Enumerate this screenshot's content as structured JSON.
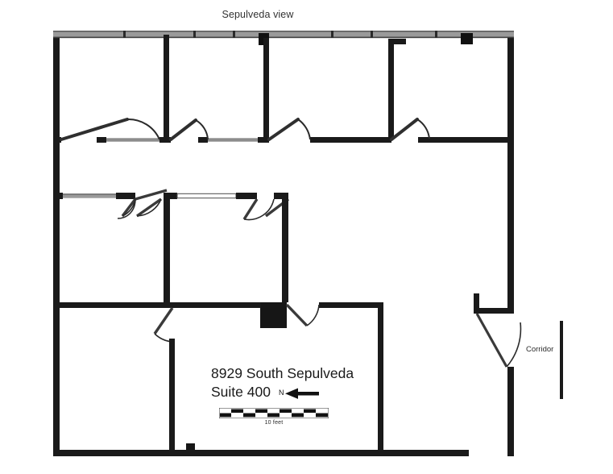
{
  "plan": {
    "view_label": "Sepulveda view",
    "address_line1": "8929 South Sepulveda",
    "address_line2": "Suite 400",
    "north_letter": "N",
    "corridor_label": "Corridor",
    "scale_caption": "10 feet",
    "colors": {
      "wall": "#1a1a1a",
      "window_glass": "#9a9a9a",
      "window_frame": "#4a4a4a",
      "partition_glass": "#8c8c8c",
      "door_leaf": "#3c3c3c",
      "door_arc": "#2a2a2a",
      "column_fill": "#111111",
      "text": "#1a1a1a",
      "label_text": "#333333",
      "background": "#ffffff"
    },
    "scale_segments": 9,
    "title_block": {
      "north_arrow_direction": "left"
    }
  }
}
